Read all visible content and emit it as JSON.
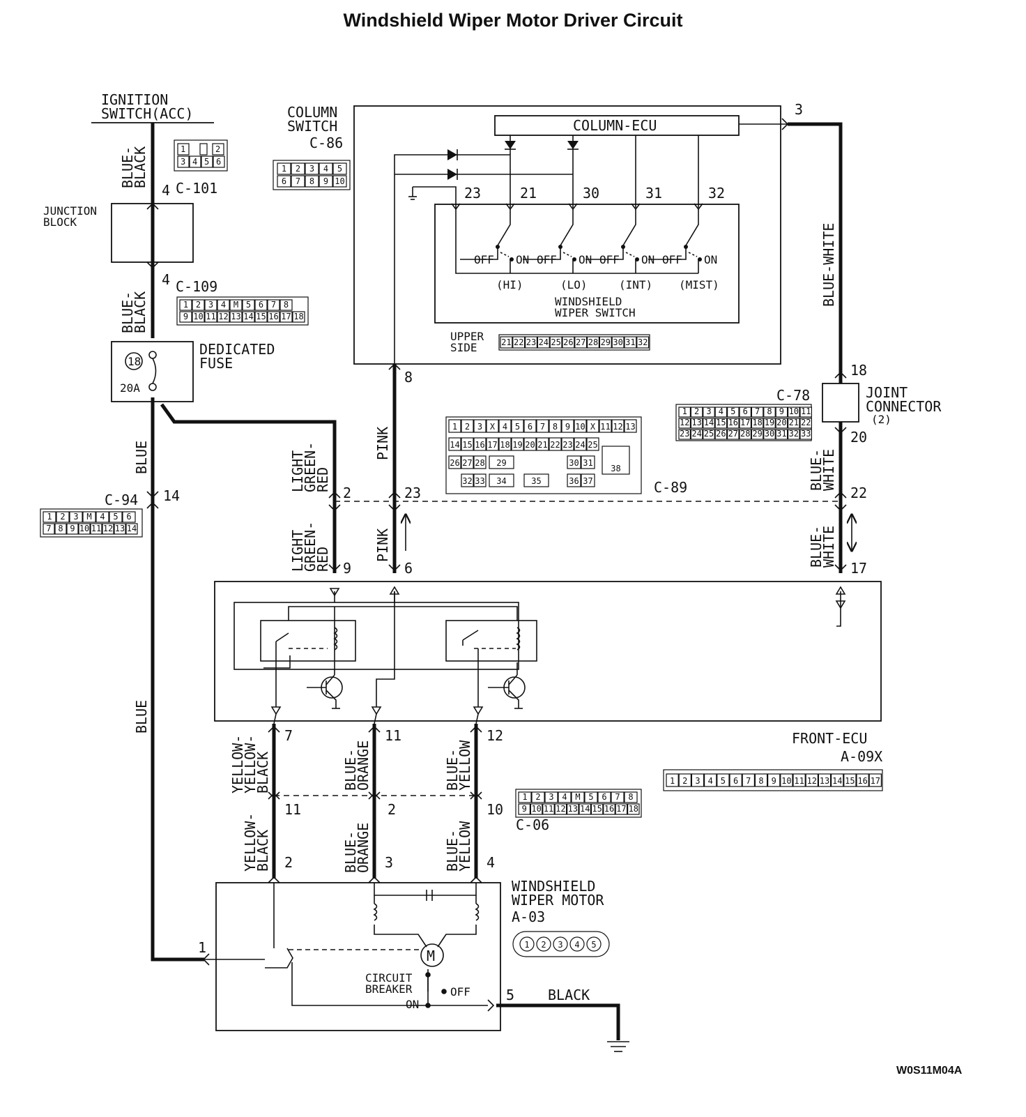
{
  "title": "Windshield Wiper Motor Driver Circuit",
  "figure_code": "W0S11M04A",
  "power": {
    "ignition": [
      "IGNITION",
      "SWITCH(ACC)"
    ],
    "junction_block": [
      "JUNCTION",
      "BLOCK"
    ],
    "dedicated_fuse": [
      "DEDICATED",
      "FUSE"
    ],
    "fuse_number": "18",
    "fuse_rating": "20A"
  },
  "column_switch": {
    "label": [
      "COLUMN",
      "SWITCH"
    ],
    "ecu": "COLUMN-ECU",
    "wiper_switch": [
      "WINDSHIELD",
      "WIPER SWITCH"
    ],
    "upper_side": [
      "UPPER",
      "SIDE"
    ],
    "positions": [
      "(HI)",
      "(LO)",
      "(INT)",
      "(MIST)"
    ],
    "off": "OFF",
    "on": "ON"
  },
  "front_ecu": "FRONT-ECU",
  "joint_connector": [
    "JOINT",
    "CONNECTOR",
    "(2)"
  ],
  "motor": {
    "label": [
      "WINDSHIELD",
      "WIPER MOTOR",
      "A-03"
    ],
    "circuit_breaker": [
      "CIRCUIT",
      "BREAKER"
    ],
    "off": "OFF",
    "on": "ON"
  },
  "connectors": [
    "C-101",
    "C-109",
    "C-86",
    "C-94",
    "C-89",
    "C-78",
    "A-09X",
    "C-06"
  ],
  "wires": {
    "blue_black": [
      "BLUE-",
      "BLACK"
    ],
    "blue": "BLUE",
    "light_green_red": [
      "LIGHT",
      "GREEN-",
      "RED"
    ],
    "pink": "PINK",
    "blue_white_long": "BLUE-WHITE",
    "blue_white": [
      "BLUE-",
      "WHITE"
    ],
    "yellow_black_a": [
      "YELLOW-",
      "YELLOW-",
      "BLACK"
    ],
    "yellow_black": [
      "YELLOW-",
      "BLACK"
    ],
    "blue_orange": [
      "BLUE-",
      "ORANGE"
    ],
    "blue_yellow": [
      "BLUE-",
      "YELLOW"
    ],
    "black": "BLACK"
  },
  "pins": {
    "c101": "4",
    "c109": "4",
    "c94": "14",
    "c89_lgr": "2",
    "c89_pink": "23",
    "c89_bw": "22",
    "ecu_lgr": "9",
    "ecu_pink": "6",
    "ecu_bw": "17",
    "c86_pink": "8",
    "c86_bw": "3",
    "jc_top": "18",
    "jc_bottom": "20",
    "sw_23": "23",
    "sw_21": "21",
    "sw_30": "30",
    "sw_31": "31",
    "sw_32": "32",
    "ecu_7": "7",
    "ecu_11": "11",
    "ecu_12": "12",
    "c06_11": "11",
    "c06_2": "2",
    "c06_10": "10",
    "m_2": "2",
    "m_3": "3",
    "m_4": "4",
    "m_1": "1",
    "m_5": "5"
  },
  "pin_tables": {
    "c101": [
      [
        "1",
        "",
        "2"
      ],
      [
        "3",
        "4",
        "5",
        "6"
      ]
    ],
    "c86": [
      [
        "1",
        "2",
        "3",
        "4",
        "5"
      ],
      [
        "6",
        "7",
        "8",
        "9",
        "10"
      ]
    ],
    "c109": [
      [
        "1",
        "2",
        "3",
        "4",
        "M",
        "5",
        "6",
        "7",
        "8"
      ],
      [
        "9",
        "10",
        "11",
        "12",
        "13",
        "14",
        "15",
        "16",
        "17",
        "18"
      ]
    ],
    "c94": [
      [
        "1",
        "2",
        "3",
        "M",
        "4",
        "5",
        "6"
      ],
      [
        "7",
        "8",
        "9",
        "10",
        "11",
        "12",
        "13",
        "14"
      ]
    ],
    "upper": [
      "21",
      "22",
      "23",
      "24",
      "25",
      "26",
      "27",
      "28",
      "29",
      "30",
      "31",
      "32"
    ],
    "c78": [
      [
        "1",
        "2",
        "3",
        "4",
        "5",
        "6",
        "7",
        "8",
        "9",
        "10",
        "11"
      ],
      [
        "12",
        "13",
        "14",
        "15",
        "16",
        "17",
        "18",
        "19",
        "20",
        "21",
        "22"
      ],
      [
        "23",
        "24",
        "25",
        "26",
        "27",
        "28",
        "29",
        "30",
        "31",
        "32",
        "33"
      ]
    ],
    "c89": [
      [
        "1",
        "2",
        "3",
        "X",
        "4",
        "5",
        "6",
        "7",
        "8",
        "9",
        "10",
        "X",
        "11",
        "12",
        "13"
      ],
      [
        "14",
        "15",
        "16",
        "17",
        "18",
        "19",
        "20",
        "21",
        "22",
        "23",
        "24",
        "25"
      ],
      [
        "26",
        "27",
        "28",
        "29",
        "30",
        "31",
        "38"
      ],
      [
        "32",
        "33",
        "34",
        "35",
        "36",
        "37"
      ]
    ],
    "a09x": [
      "1",
      "2",
      "3",
      "4",
      "5",
      "6",
      "7",
      "8",
      "9",
      "10",
      "11",
      "12",
      "13",
      "14",
      "15",
      "16",
      "17"
    ],
    "c06": [
      [
        "1",
        "2",
        "3",
        "4",
        "M",
        "5",
        "6",
        "7",
        "8"
      ],
      [
        "9",
        "10",
        "11",
        "12",
        "13",
        "14",
        "15",
        "16",
        "17",
        "18"
      ]
    ],
    "a03": [
      "1",
      "2",
      "3",
      "4",
      "5"
    ]
  }
}
